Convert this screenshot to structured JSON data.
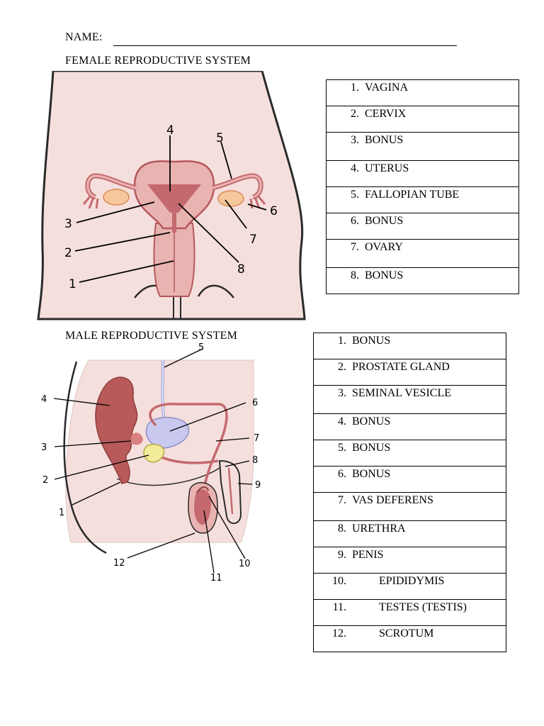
{
  "header": {
    "name_label": "NAME:",
    "female_title": "FEMALE REPRODUCTIVE SYSTEM",
    "male_title": "MALE REPRODUCTIVE SYSTEM"
  },
  "female": {
    "callout_numbers": [
      "1",
      "2",
      "3",
      "4",
      "5",
      "6",
      "7",
      "8"
    ],
    "key": [
      {
        "num": "1.",
        "term": "VAGINA"
      },
      {
        "num": "2.",
        "term": "CERVIX"
      },
      {
        "num": "3.",
        "term": "BONUS"
      },
      {
        "num": "4.",
        "term": "UTERUS"
      },
      {
        "num": "5.",
        "term": "FALLOPIAN TUBE"
      },
      {
        "num": "6.",
        "term": "BONUS"
      },
      {
        "num": "7.",
        "term": "OVARY"
      },
      {
        "num": "8.",
        "term": "BONUS"
      }
    ]
  },
  "male": {
    "callout_numbers": [
      "1",
      "2",
      "3",
      "4",
      "5",
      "6",
      "7",
      "8",
      "9",
      "10",
      "11",
      "12"
    ],
    "key": [
      {
        "num": "1.",
        "term": "BONUS"
      },
      {
        "num": "2.",
        "term": "PROSTATE GLAND"
      },
      {
        "num": "3.",
        "term": "SEMINAL VESICLE"
      },
      {
        "num": "4.",
        "term": "BONUS"
      },
      {
        "num": "5.",
        "term": "BONUS"
      },
      {
        "num": "6.",
        "term": "BONUS"
      },
      {
        "num": "7.",
        "term": "VAS DEFERENS"
      },
      {
        "num": "8.",
        "term": "URETHRA"
      },
      {
        "num": "9.",
        "term": "PENIS"
      },
      {
        "num": "10.",
        "term": "EPIDIDYMIS"
      },
      {
        "num": "11.",
        "term": "TESTES (TESTIS)"
      },
      {
        "num": "12.",
        "term": "SCROTUM"
      }
    ]
  },
  "colors": {
    "skin": "#f5dfdc",
    "tissue": "#e9b3b1",
    "uterus_dark": "#c46a6e",
    "organ_red": "#b85a5a",
    "ovary": "#f6c79b",
    "bladder": "#c9c9f0",
    "prostate": "#f2ec9a",
    "outline": "#2a2a2a"
  }
}
